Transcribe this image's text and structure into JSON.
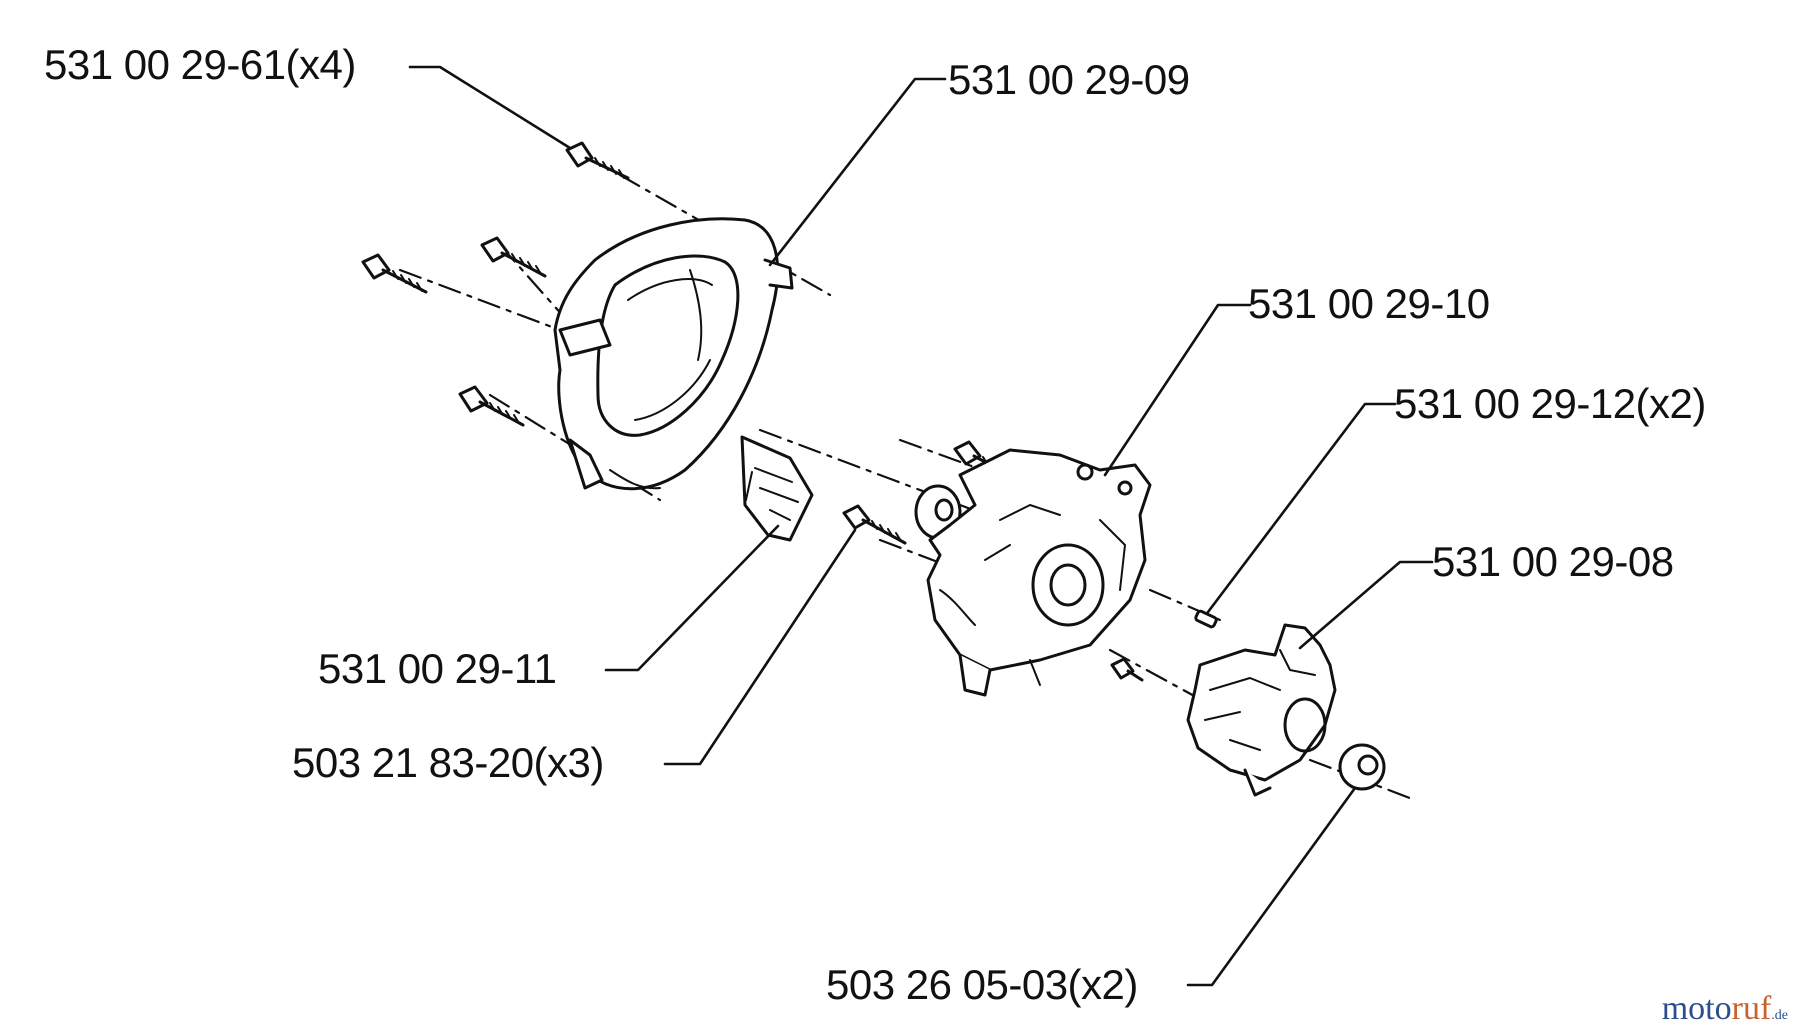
{
  "diagram": {
    "part_labels": {
      "p1": "531 00 29-61(x4)",
      "p2": "531 00 29-09",
      "p3": "531 00 29-10",
      "p4": "531 00 29-12(x2)",
      "p5": "531 00 29-08",
      "p6": "531 00 29-11",
      "p7": "503 21 83-20(x3)",
      "p8": "503 26 05-03(x2)"
    }
  },
  "watermark": {
    "part1": "moto",
    "part2": "ruf",
    "suffix": ".de"
  },
  "colors": {
    "line": "#111111",
    "background": "#ffffff",
    "watermark_blue": "#2b4e8c",
    "watermark_orange": "#c8612a"
  }
}
